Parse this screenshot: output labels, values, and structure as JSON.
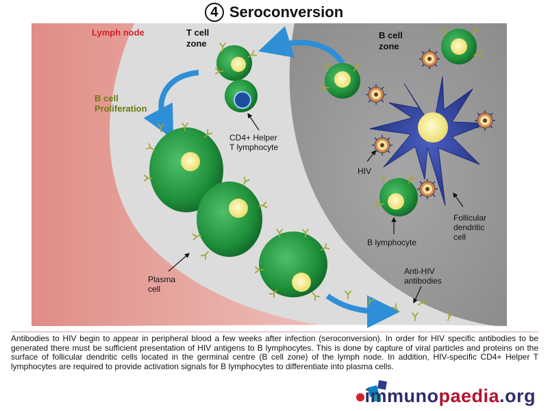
{
  "title": {
    "number": "4",
    "text": "Seroconversion"
  },
  "labels": {
    "lymph_node": "Lymph node",
    "t_cell_zone_1": "T cell",
    "t_cell_zone_2": "zone",
    "b_cell_zone_1": "B cell",
    "b_cell_zone_2": "zone",
    "b_cell_prolif_1": "B cell",
    "b_cell_prolif_2": "Proliferation",
    "cd4_1": "CD4+ Helper",
    "cd4_2": "T lymphocyte",
    "hiv": "HIV",
    "b_lymphocyte": "B lymphocyte",
    "fdc_1": "Follicular",
    "fdc_2": "dendritic",
    "fdc_3": "cell",
    "plasma_1": "Plasma",
    "plasma_2": "cell",
    "anti_hiv_1": "Anti-HIV",
    "anti_hiv_2": "antibodies"
  },
  "caption": "Antibodies to HIV begin to appear in peripheral blood a few weeks after infection (seroconversion). In order for HIV specific antibodies to be generated there must be sufficient presentation of HIV antigens to B lymphocytes. This is done by capture of viral particles and proteins on the surface of follicular dendritic cells located in the germinal centre (B cell zone) of the lymph node. In addition, HIV-specific CD4+ Helper T lymphocytes are required to provide activation signals for B lymphocytes to differentiate into plasma cells.",
  "logo": {
    "part1": "immuno",
    "part2": "paedia",
    "part3": ".org"
  },
  "colors": {
    "lymph_node_red": "#e79a93",
    "t_zone_gray": "#dcdcdc",
    "b_zone_gray": "#9b9b9b",
    "cell_green": "#1f8f3a",
    "nucleus_yellow": "#f4e98a",
    "fdc_blue": "#2b3d8f",
    "arrow_blue": "#2e8fd6",
    "antibody_olive": "#a5a43a"
  }
}
